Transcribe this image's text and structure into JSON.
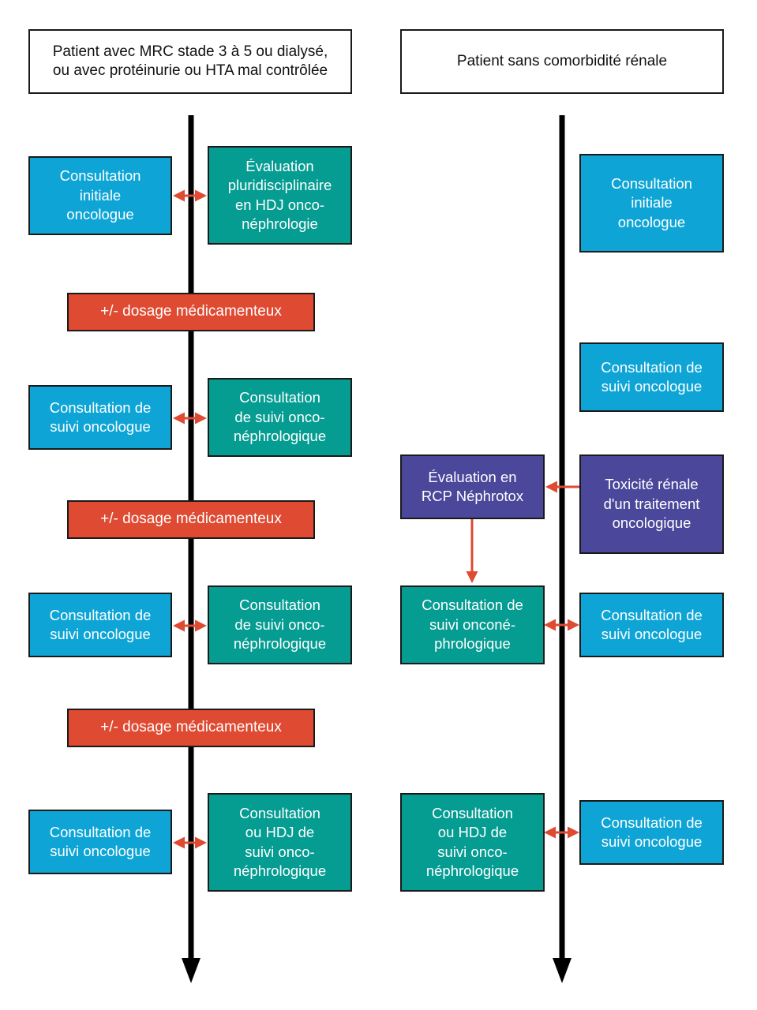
{
  "colors": {
    "oncologist": "#0ea5d6",
    "onco_nephro": "#059c92",
    "nephrotox": "#4b479a",
    "dosage": "#df4a32",
    "timeline": "#000000",
    "connector": "#df4a32"
  },
  "left": {
    "header": "Patient avec MRC stade 3 à 5 ou dialysé,\nou avec protéinurie ou HTA mal contrôlée",
    "oncologist_1": "Consultation\ninitiale\noncologue",
    "nephro_1": "Évaluation\npluridisciplinaire\nen HDJ onco-\nnéphrologie",
    "dosage_1": "+/- dosage médicamenteux",
    "oncologist_2": "Consultation de\nsuivi oncologue",
    "nephro_2": "Consultation\nde suivi onco-\nnéphrologique",
    "dosage_2": "+/- dosage médicamenteux",
    "oncologist_3": "Consultation de\nsuivi oncologue",
    "nephro_3": "Consultation\nde suivi onco-\nnéphrologique",
    "dosage_3": "+/- dosage médicamenteux",
    "oncologist_4": "Consultation de\nsuivi oncologue",
    "nephro_4": "Consultation\nou HDJ de\nsuivi onco-\nnéphrologique"
  },
  "right": {
    "header": "Patient sans comorbidité rénale",
    "oncologist_1": "Consultation\ninitiale\noncologue",
    "oncologist_2": "Consultation de\nsuivi oncologue",
    "rcp": "Évaluation en\nRCP Néphrotox",
    "toxicity": "Toxicité rénale\nd'un traitement\noncologique",
    "nephro_1": "Consultation de\nsuivi onconé-\nphrologique",
    "oncologist_3": "Consultation de\nsuivi oncologue",
    "nephro_2": "Consultation\nou HDJ de\nsuivi onco-\nnéphrologique",
    "oncologist_4": "Consultation de\nsuivi oncologue"
  }
}
